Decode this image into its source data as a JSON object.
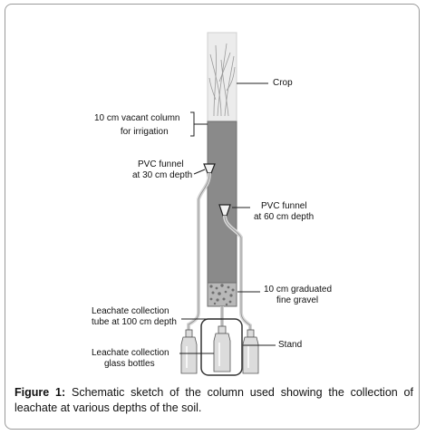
{
  "labels": {
    "crop": "Crop",
    "vacant_line1": "10 cm vacant column",
    "vacant_line2": "for irrigation",
    "funnel30_line1": "PVC funnel",
    "funnel30_line2": "at 30 cm depth",
    "funnel60_line1": "PVC funnel",
    "funnel60_line2": "at 60 cm depth",
    "gravel_line1": "10 cm graduated",
    "gravel_line2": "fine gravel",
    "tube_line1": "Leachate collection",
    "tube_line2": "tube at 100 cm depth",
    "stand": "Stand",
    "bottles_line1": "Leachate collection",
    "bottles_line2": "glass bottles"
  },
  "caption": {
    "prefix": "Figure 1:",
    "text": " Schematic sketch of the column used showing the collection of leachate at various depths of the soil."
  },
  "colors": {
    "soil": "#8a8a8a",
    "column_top": "#e6e6e6",
    "gravel": "#b5b5b5",
    "tube": "#d6d6d6",
    "bottle": "#dcdcdc",
    "frame": "#9a9a9a"
  }
}
